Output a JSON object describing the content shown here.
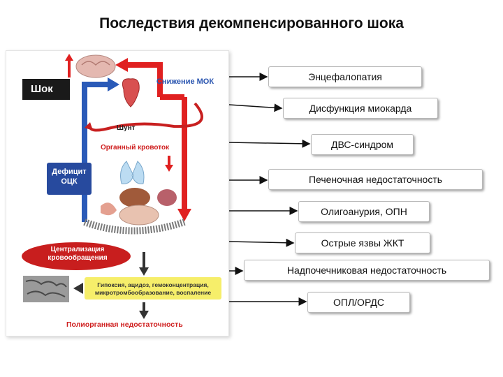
{
  "title": "Последствия декомпенсированного шока",
  "figure": {
    "shock": "Шок",
    "mok": "Снижение МОК",
    "shunt": "Шунт",
    "organ_flow": "Органный кровоток",
    "deficit": "Дефицит ОЦК",
    "centralization": "Централизация кровообращения",
    "effects": "Гипоксия, ацидоз, гемоконцентрация, микротромбообразование, воспаление",
    "multiorgan": "Полиорганная недостаточность"
  },
  "consequences": [
    "Энцефалопатия",
    "Дисфункция миокарда",
    "ДВС-синдром",
    "Печеночная недостаточность",
    "Олигоанурия, ОПН",
    "Острые язвы ЖКТ",
    "Надпочечниковая недостаточность",
    "ОПЛ/ОРДС"
  ],
  "colors": {
    "red_flow": "#e02020",
    "blue_flow": "#2a5ab8",
    "deficit_box": "#274a9e",
    "central_ellipse": "#c81e1e",
    "effects_box": "#f6ee6a"
  }
}
